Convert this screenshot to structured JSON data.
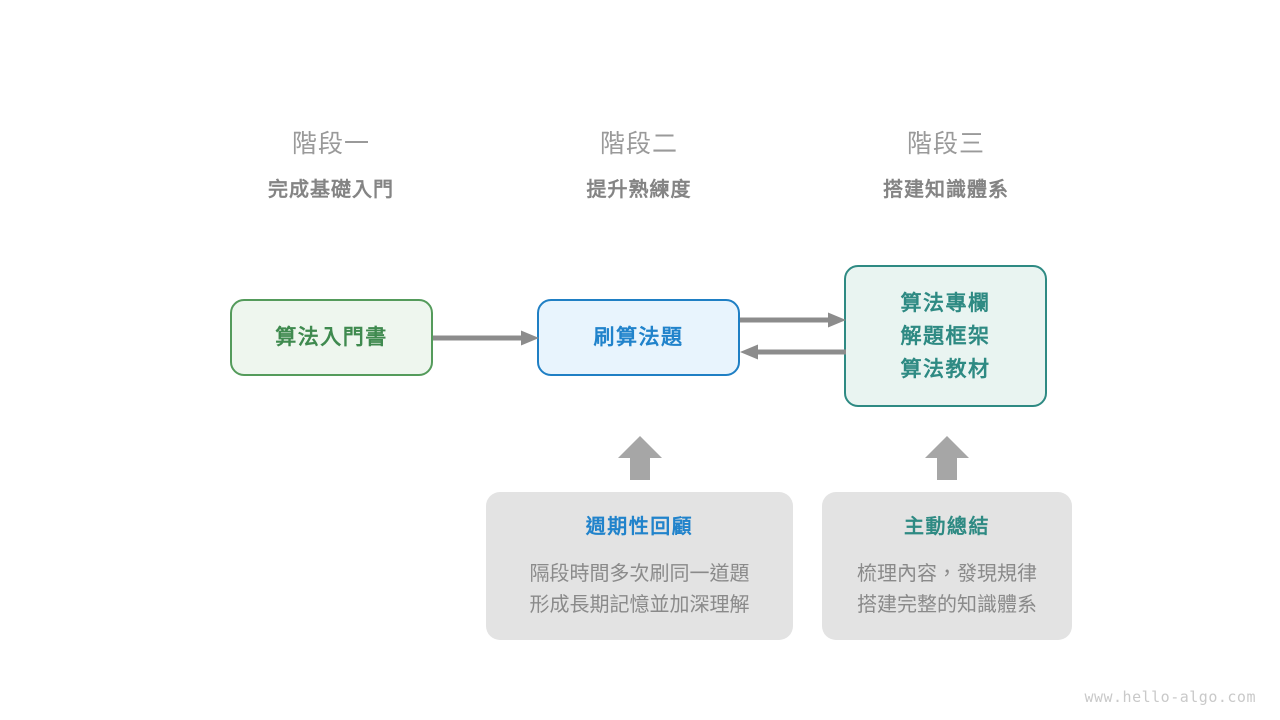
{
  "colors": {
    "background": "#ffffff",
    "green": "#3f8a4f",
    "green_border": "#549b5b",
    "green_fill": "#eef6ee",
    "blue": "#2183cb",
    "blue_border": "#1f7fc4",
    "blue_fill": "#e8f4fd",
    "teal": "#2e8a83",
    "teal_border": "#2e8a83",
    "teal_fill": "#e9f4f1",
    "arrow_gray": "#8c8c8c",
    "card_gray": "#e3e3e3",
    "text_gray": "#8a8a8a",
    "heading_gray": "#848484",
    "index_gray": "#9a9a9a",
    "watermark_gray": "#c9c9c9"
  },
  "stages": [
    {
      "index_label": "階段一",
      "title": "完成基礎入門"
    },
    {
      "index_label": "階段二",
      "title": "提升熟練度"
    },
    {
      "index_label": "階段三",
      "title": "搭建知識體系"
    }
  ],
  "nodes": {
    "book": {
      "lines": [
        "算法入門書"
      ]
    },
    "practice": {
      "lines": [
        "刷算法題"
      ]
    },
    "resources": {
      "lines": [
        "算法專欄",
        "解題框架",
        "算法教材"
      ]
    }
  },
  "arrows": [
    {
      "name": "book-to-practice",
      "direction": "right"
    },
    {
      "name": "practice-to-resources",
      "direction": "right"
    },
    {
      "name": "resources-to-practice",
      "direction": "left"
    },
    {
      "name": "review-to-practice",
      "direction": "up"
    },
    {
      "name": "summary-to-resources",
      "direction": "up"
    }
  ],
  "notes": [
    {
      "title": "週期性回顧",
      "accent": "blue",
      "body_lines": [
        "隔段時間多次刷同一道題",
        "形成長期記憶並加深理解"
      ]
    },
    {
      "title": "主動總結",
      "accent": "teal",
      "body_lines": [
        "梳理內容，發現規律",
        "搭建完整的知識體系"
      ]
    }
  ],
  "watermark": "www.hello-algo.com"
}
